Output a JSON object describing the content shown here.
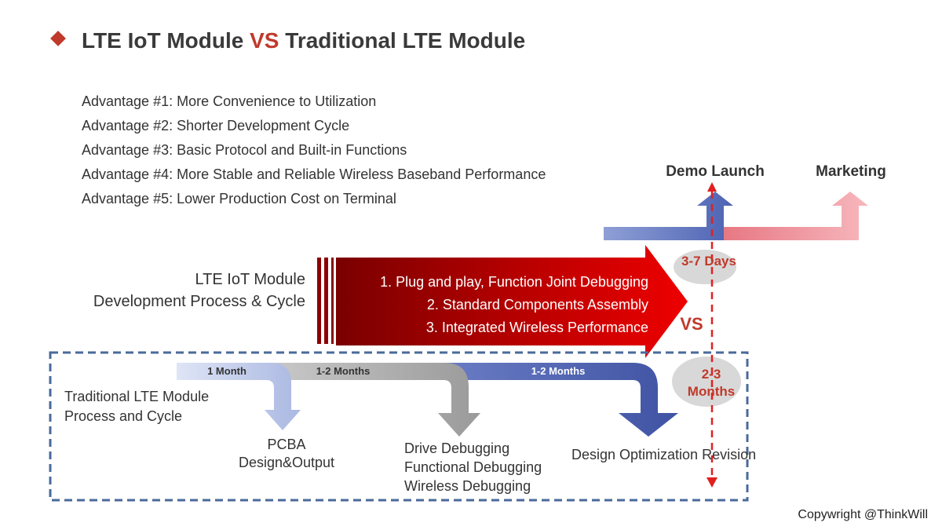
{
  "title": {
    "part1": "LTE IoT Module ",
    "vs": "VS",
    "part2": " Traditional LTE Module"
  },
  "advantages": [
    "Advantage #1: More Convenience to Utilization",
    "Advantage #2: Shorter Development Cycle",
    "Advantage #3: Basic Protocol and Built-in Functions",
    "Advantage #4: More Stable and Reliable Wireless Baseband Performance",
    "Advantage #5: Lower Production Cost on Terminal"
  ],
  "milestones": {
    "demo_launch": "Demo Launch",
    "marketing": "Marketing"
  },
  "iot": {
    "label_line1": "LTE IoT Module",
    "label_line2": "Development Process & Cycle",
    "steps": [
      "1. Plug and play, Function Joint Debugging",
      "2. Standard Components Assembly",
      "3. Integrated Wireless Performance"
    ],
    "duration": "3-7 Days",
    "vs": "VS"
  },
  "traditional": {
    "label_line1": "Traditional LTE Module",
    "label_line2": "Process and Cycle",
    "stages": [
      {
        "duration": "1 Month",
        "label_lines": [
          "PCBA",
          "Design&Output"
        ]
      },
      {
        "duration": "1-2 Months",
        "label_lines": [
          "Drive Debugging",
          "Functional Debugging",
          "Wireless Debugging"
        ]
      },
      {
        "duration": "1-2 Months",
        "label_lines": [
          "Design Optimization Revision"
        ]
      }
    ],
    "total_line1": "2-3",
    "total_line2": "Months"
  },
  "copyright": "Copywright @ThinkWill",
  "colors": {
    "accent_red": "#c0392b",
    "iot_red": "#e00000",
    "iot_dark": "#7a0000",
    "blue_dark": "#4a5fa8",
    "blue_light": "#b8c4e8",
    "gray": "#a8a8a8",
    "pink": "#f2a6ae",
    "dashed_red": "#e02020",
    "dashed_blue": "#4a6a9a"
  }
}
